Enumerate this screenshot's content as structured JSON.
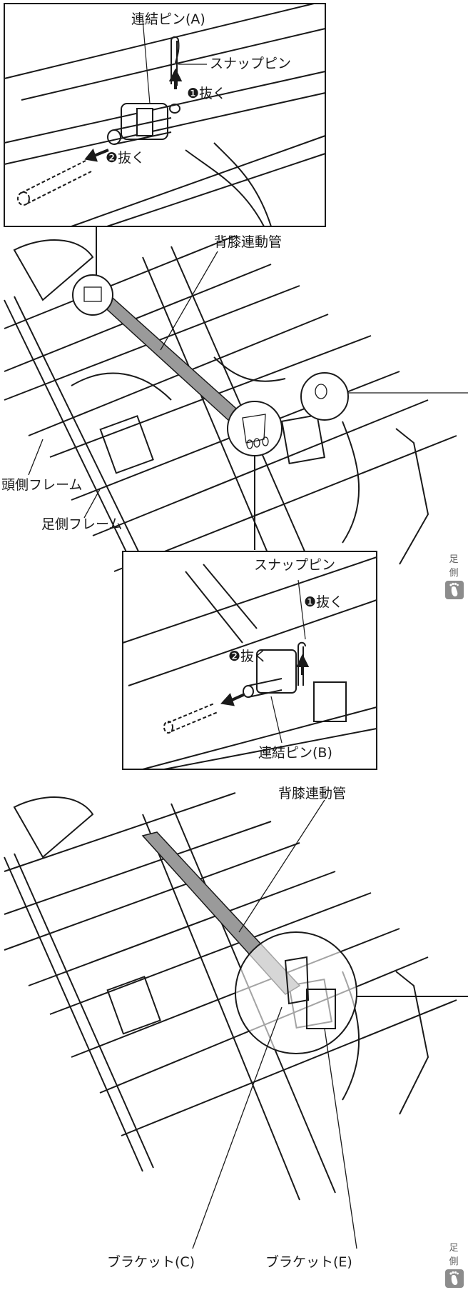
{
  "labels": {
    "pin_a": "連結ピン(A)",
    "snap_pin_top": "スナップピン",
    "step1_top": "❶抜く",
    "step2_top": "❷抜く",
    "back_knee_tube_1": "背膝連動管",
    "head_frame": "頭側フレーム",
    "foot_frame": "足側フレーム",
    "snap_pin_mid": "スナップピン",
    "step1_mid": "❶抜く",
    "step2_mid": "❷抜く",
    "pin_b": "連結ピン(B)",
    "back_knee_tube_2": "背膝連動管",
    "bracket_c": "ブラケット(C)",
    "bracket_e": "ブラケット(E)"
  },
  "side_markers": [
    {
      "text": "足側",
      "icon": "foot-icon"
    },
    {
      "text": "足側",
      "icon": "foot-icon"
    }
  ],
  "colors": {
    "line": "#1a1a1a",
    "tube_fill": "#9a9a9a",
    "marker_bg": "#8c8c8c"
  }
}
